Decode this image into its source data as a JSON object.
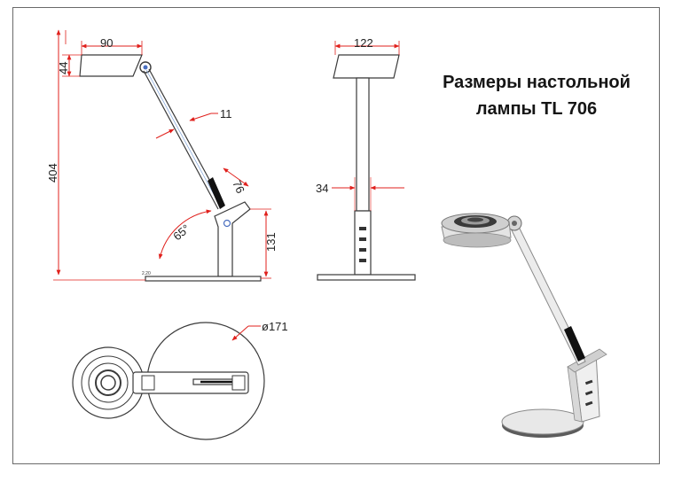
{
  "title": {
    "line1": "Размеры настольной",
    "line2": "лампы TL 706"
  },
  "dimensions": {
    "head_width_side": "90",
    "head_height": "44",
    "arm_thickness": "11",
    "joint_size": "76",
    "total_height": "404",
    "arm_angle": "65°",
    "base_column_height": "131",
    "base_thickness": "2.20",
    "head_width_front": "122",
    "column_width": "34",
    "base_diameter": "ø171"
  },
  "colors": {
    "red": "#e0201c",
    "line": "#3a3a3a",
    "black": "#111111"
  }
}
